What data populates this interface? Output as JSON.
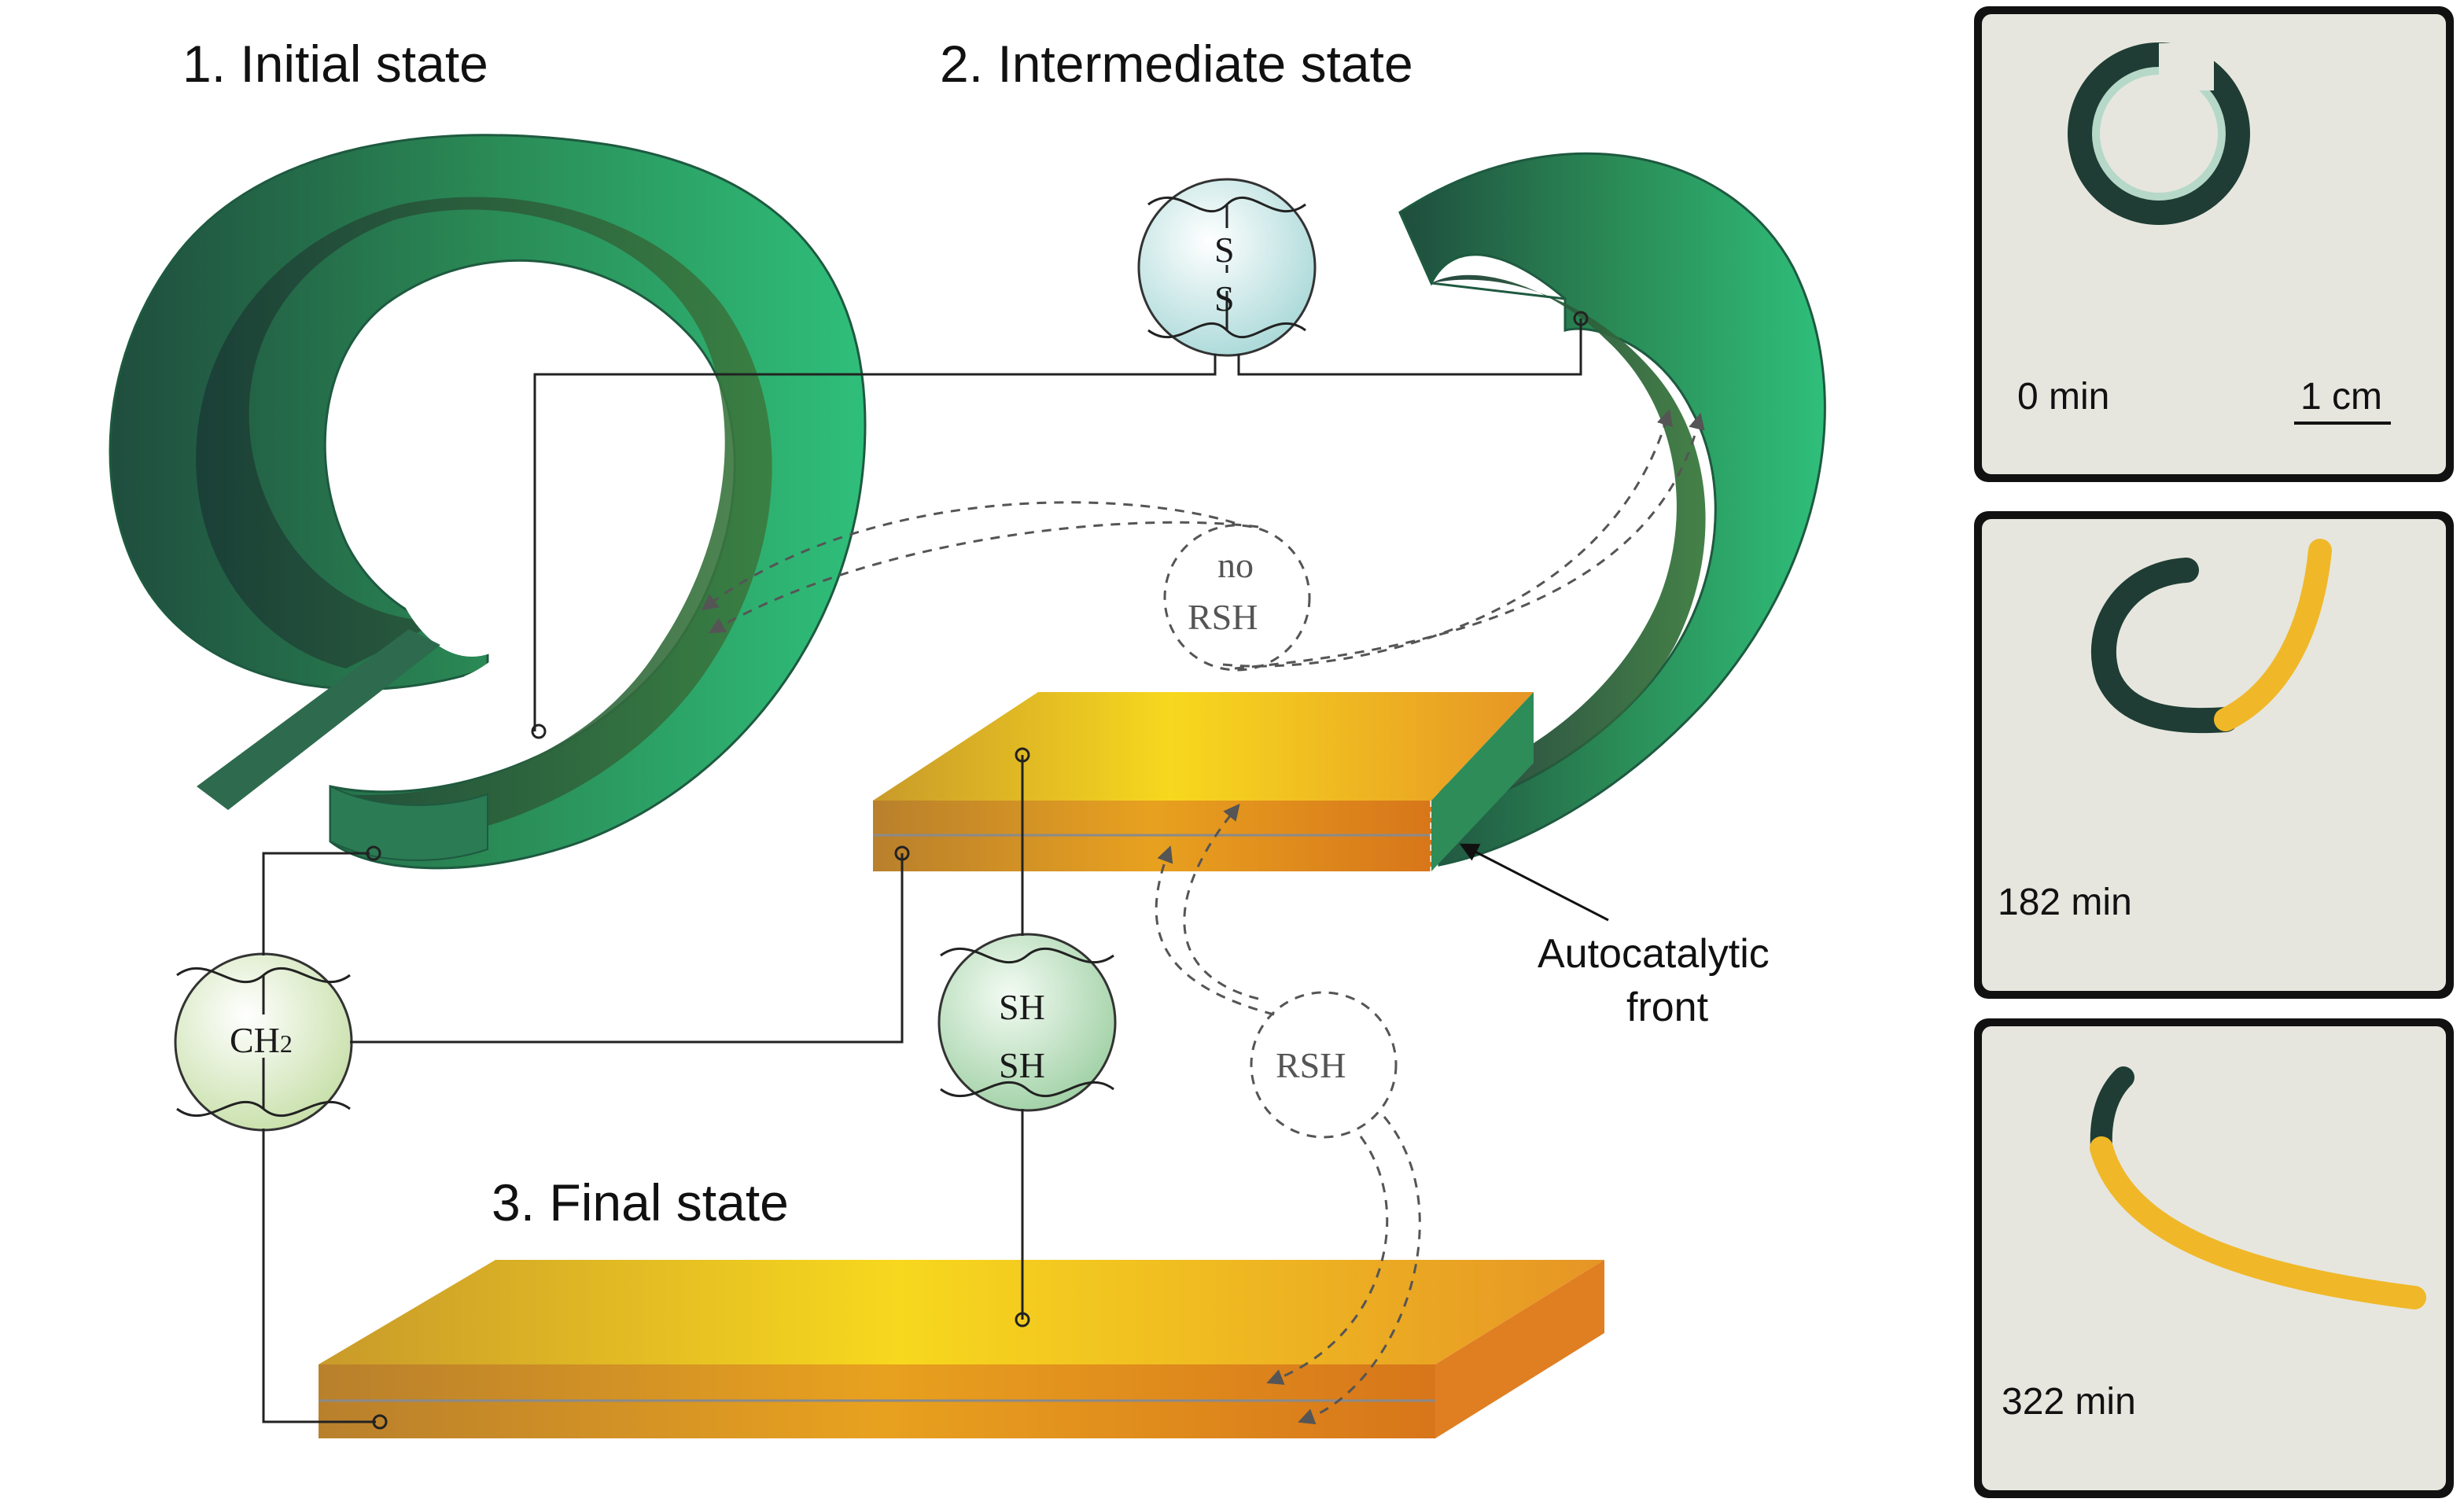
{
  "titles": {
    "initial": "1. Initial state",
    "intermediate": "2. Intermediate state",
    "final": "3. Final state"
  },
  "molecules": {
    "disulfide_top": "S",
    "disulfide_bottom": "S",
    "methylene": "CH",
    "methylene_sub": "2",
    "thiol_top": "SH",
    "thiol_bottom": "SH"
  },
  "bubbles": {
    "no_rsh_line1": "no",
    "no_rsh_line2": "RSH",
    "rsh": "RSH"
  },
  "front_label": {
    "line1": "Autocatalytic",
    "line2": "front"
  },
  "photos": [
    {
      "time": "0 min",
      "scale": "1 cm"
    },
    {
      "time": "182 min"
    },
    {
      "time": "322 min"
    }
  ],
  "colors": {
    "green_dark": "#1f4a3c",
    "green_light": "#2fbf7a",
    "yellow": "#f5d21e",
    "orange": "#d9761a"
  }
}
